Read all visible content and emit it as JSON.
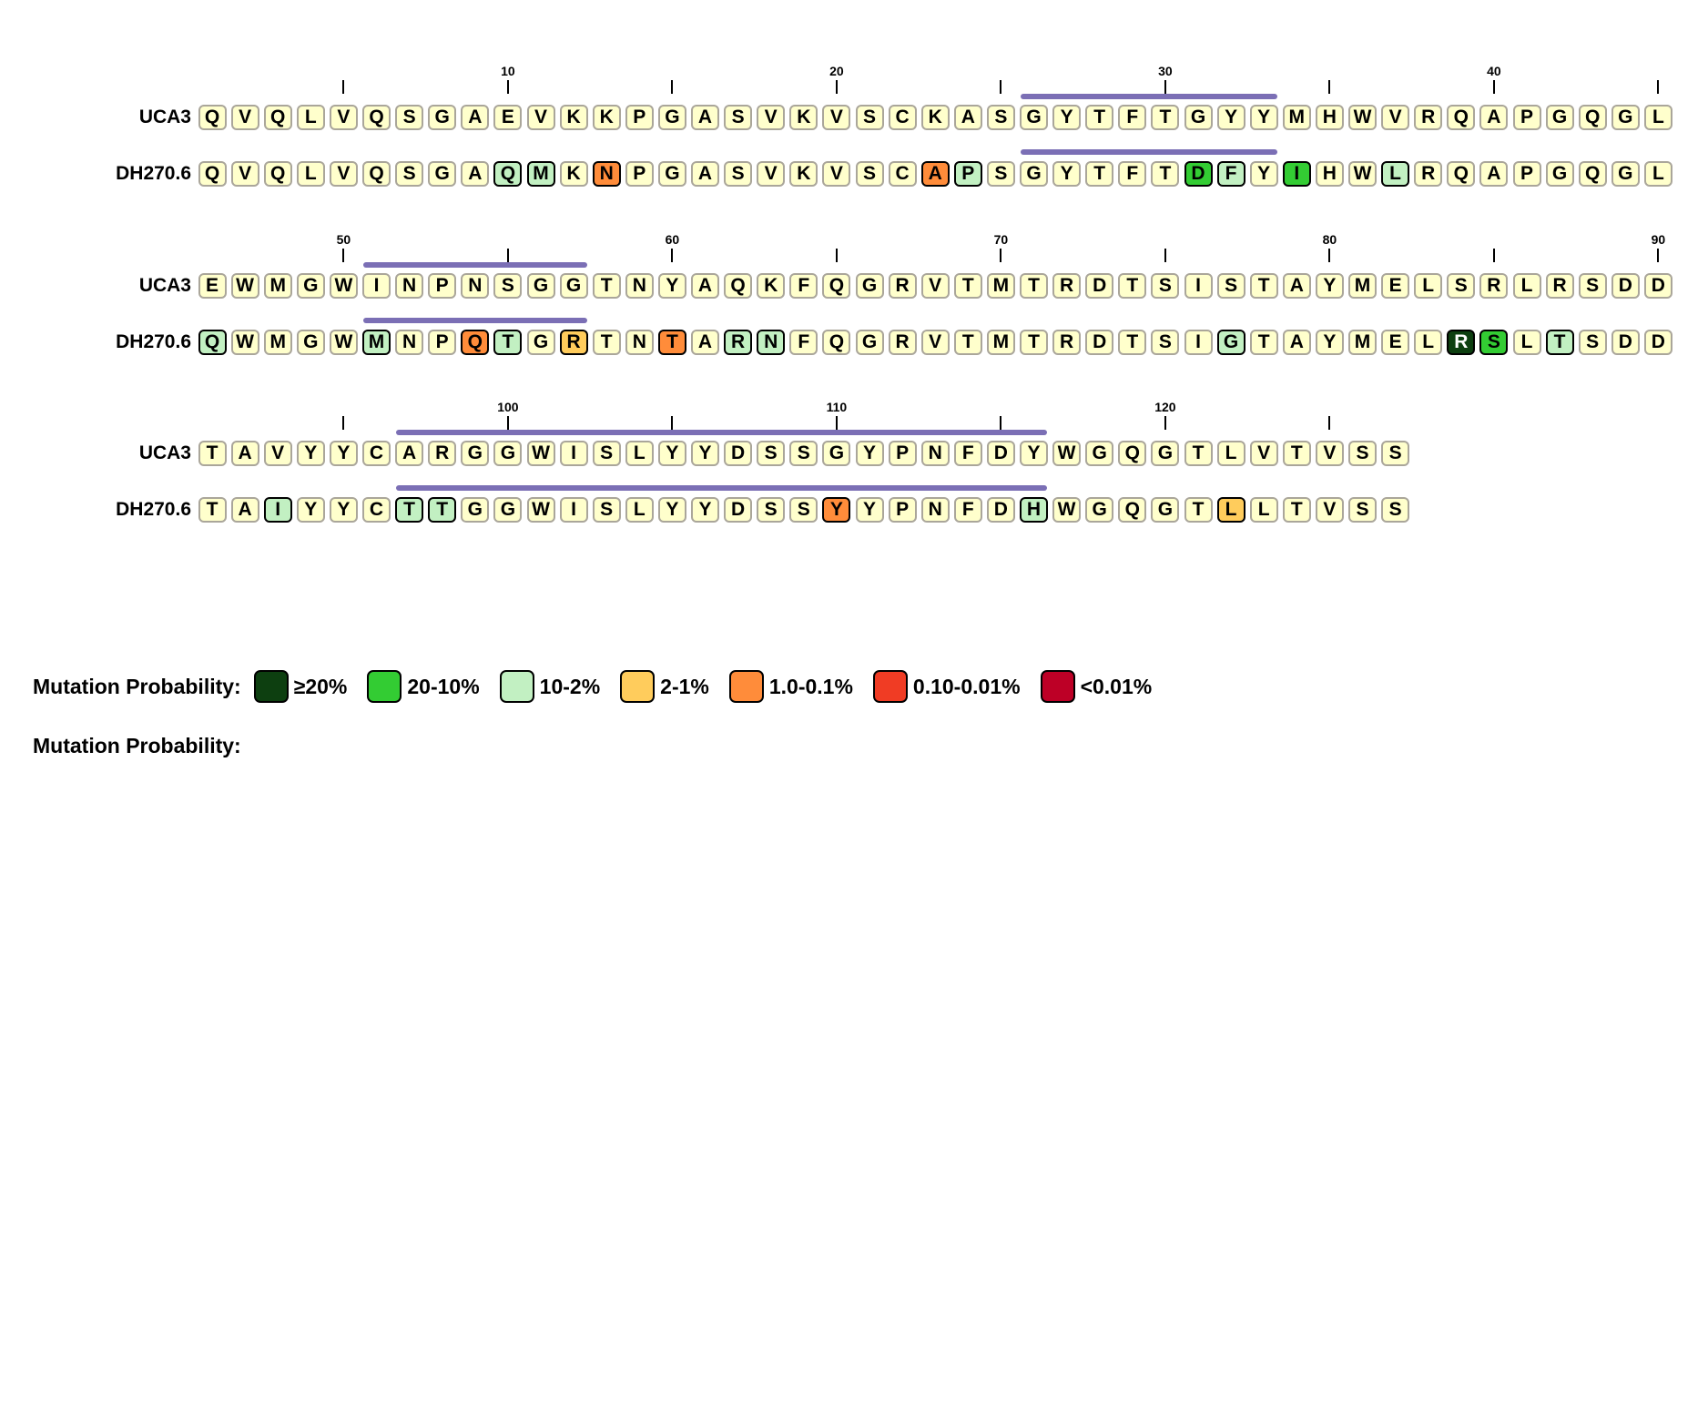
{
  "row_labels": {
    "reference": "UCA3",
    "mutant": "DH270.6"
  },
  "blocks": [
    {
      "start": 1,
      "reference": "QVQLVQSGAEVKKPGASVKVSCKASGYTFTGYYMHWVRQAPGQGL",
      "mutant": "QVQLVQSGAQMKNPGASVKVSCAPSGYTFTDFYIHWLRQAPGQGL",
      "tick_labels": [
        "10",
        "20",
        "30",
        "40"
      ],
      "cdr": [
        26,
        33
      ]
    },
    {
      "start": 46,
      "reference": "EWMGWINPNSGGTNYAQKFQGRVTMTRDTSISTAYMELSRLRSDD",
      "mutant": "QWMGWMNPQTGRTNTARNFQGRVTMTRDTSIGTAYMELRSLTSDD",
      "tick_labels": [
        "50",
        "60",
        "70",
        "80",
        "90"
      ],
      "cdr": [
        51,
        57
      ]
    },
    {
      "start": 91,
      "reference": "TAVYYCARGGWISLYYDSSGYPNFDYWGQGTLVTVSS",
      "mutant": "TAIYYCTTGGWISLYYDSSYYPNFDHWGQGTLLTVSS",
      "tick_labels": [
        "100",
        "110",
        "120"
      ],
      "cdr": [
        97,
        116
      ]
    }
  ],
  "mutation_probability": {
    "10": "10-2%",
    "11": "10-2%",
    "13": "1.0-0.1%",
    "23": "1.0-0.1%",
    "24": "10-2%",
    "31": "20-10%",
    "32": "10-2%",
    "34": "20-10%",
    "37": "10-2%",
    "46": "10-2%",
    "51": "10-2%",
    "54": "1.0-0.1%",
    "55": "10-2%",
    "57": "2-1%",
    "60": "1.0-0.1%",
    "62": "10-2%",
    "63": "10-2%",
    "77": "10-2%",
    "84": "≥20%",
    "85": "20-10%",
    "87": "10-2%",
    "93": "10-2%",
    "97": "10-2%",
    "98": "10-2%",
    "110": "1.0-0.1%",
    "116": "10-2%",
    "122": "2-1%"
  },
  "legend": {
    "title": "Mutation Probability:",
    "items": [
      {
        "label": "≥20%",
        "color": "#0d3f10"
      },
      {
        "label": "20-10%",
        "color": "#33cc33"
      },
      {
        "label": "10-2%",
        "color": "#c2f0c2"
      },
      {
        "label": "2-1%",
        "color": "#ffcc5c"
      },
      {
        "label": "1.0-0.1%",
        "color": "#ff8c3a"
      },
      {
        "label": "0.10-0.01%",
        "color": "#f03c24"
      },
      {
        "label": "<0.01%",
        "color": "#bd0026"
      }
    ]
  },
  "legend2": {
    "title": "Mutation Probability:"
  },
  "colors": {
    "default_fill": "#ffffcc",
    "cdr_bar": "#7b6fb5"
  }
}
